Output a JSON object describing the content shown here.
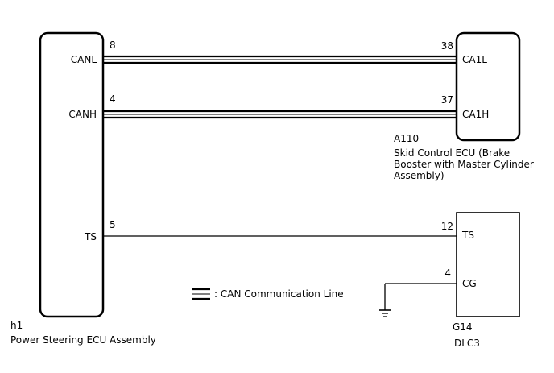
{
  "components": {
    "power_steering_ecu": {
      "code": "h1",
      "name": "Power Steering ECU Assembly",
      "pins": {
        "canl": {
          "number": "8",
          "label": "CANL"
        },
        "canh": {
          "number": "4",
          "label": "CANH"
        },
        "ts": {
          "number": "5",
          "label": "TS"
        }
      }
    },
    "skid_control_ecu": {
      "code": "A110",
      "name_lines": [
        "Skid Control ECU (Brake",
        "Booster with Master Cylinder",
        "Assembly)"
      ],
      "pins": {
        "ca1l": {
          "number": "38",
          "label": "CA1L"
        },
        "ca1h": {
          "number": "37",
          "label": "CA1H"
        }
      }
    },
    "dlc3": {
      "code": "G14",
      "name": "DLC3",
      "pins": {
        "ts": {
          "number": "12",
          "label": "TS"
        },
        "cg": {
          "number": "4",
          "label": "CG"
        }
      }
    }
  },
  "legend": {
    "can_line": ": CAN Communication Line"
  },
  "colors": {
    "line": "#000000",
    "background": "#ffffff"
  }
}
